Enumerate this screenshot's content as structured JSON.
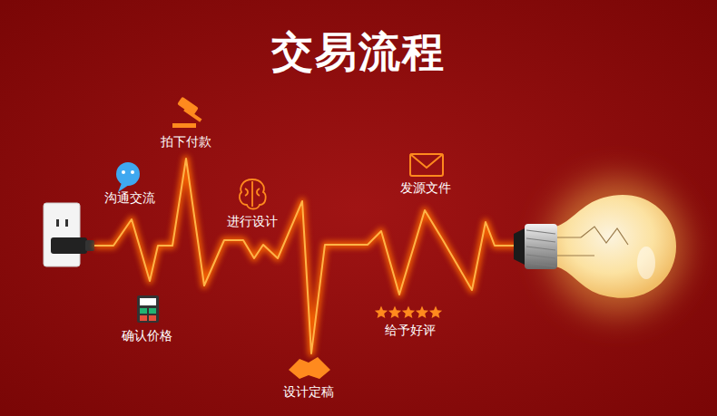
{
  "diagram": {
    "title": "交易流程",
    "labels": [
      "沟通交流",
      "拍下付款",
      "确认价格",
      "进行设计",
      "设计定稿",
      "发源文件",
      "给予好评"
    ]
  }
}
